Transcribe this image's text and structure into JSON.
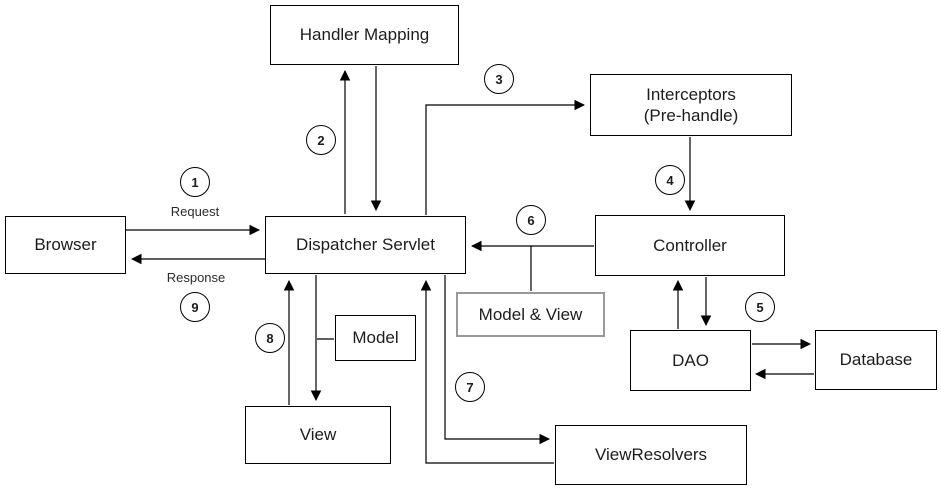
{
  "nodes": {
    "browser": {
      "label": "Browser"
    },
    "dispatcher_servlet": {
      "label": "Dispatcher Servlet"
    },
    "handler_mapping": {
      "label": "Handler Mapping"
    },
    "interceptors": {
      "label": "Interceptors\n(Pre-handle)"
    },
    "controller": {
      "label": "Controller"
    },
    "model_and_view": {
      "label": "Model & View"
    },
    "dao": {
      "label": "DAO"
    },
    "database": {
      "label": "Database"
    },
    "model": {
      "label": "Model"
    },
    "view": {
      "label": "View"
    },
    "view_resolvers": {
      "label": "ViewResolvers"
    }
  },
  "steps": {
    "s1": "1",
    "s2": "2",
    "s3": "3",
    "s4": "4",
    "s5": "5",
    "s6": "6",
    "s7": "7",
    "s8": "8",
    "s9": "9"
  },
  "edge_labels": {
    "request": "Request",
    "response": "Response"
  },
  "colors": {
    "line": "#000000",
    "box_border": "#000000",
    "model_view_border": "#999999",
    "text": "#1c1c1c",
    "background": "#ffffff"
  }
}
